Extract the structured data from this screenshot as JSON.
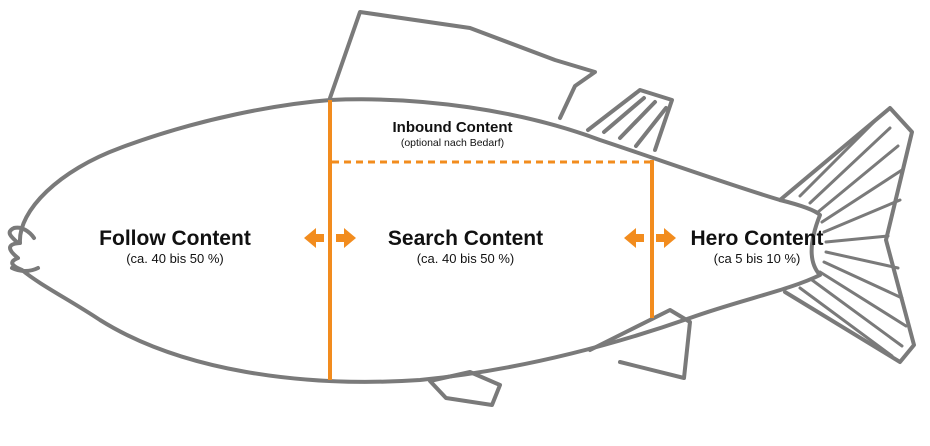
{
  "sections": {
    "follow": {
      "title": "Follow Content",
      "share": "(ca. 40 bis 50 %)"
    },
    "search": {
      "title": "Search Content",
      "share": "(ca. 40 bis 50 %)"
    },
    "hero": {
      "title": "Hero Content",
      "share": "(ca 5 bis 10 %)"
    },
    "inbound": {
      "title": "Inbound Content",
      "share": "(optional nach Bedarf)"
    }
  },
  "colors": {
    "outline": "#7a7a7a",
    "accent": "#f28c1e",
    "text": "#111111"
  },
  "icons": [
    "fish-outline",
    "double-arrow-icon"
  ]
}
